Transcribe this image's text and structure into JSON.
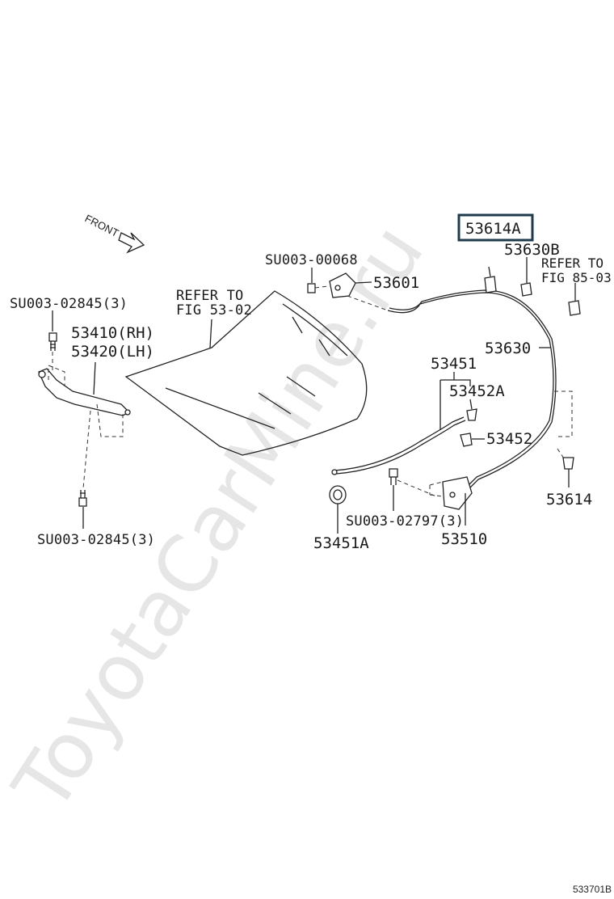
{
  "watermark": "ToyotaCarMine.ru",
  "front_label": "FRONT",
  "labels": {
    "highlight": "53614A",
    "p53630B": "53630B",
    "refer_85_l1": "REFER TO",
    "refer_85_l2": "FIG 85-03",
    "su_00068": "SU003-00068",
    "p53601": "53601",
    "refer_53_l1": "REFER TO",
    "refer_53_l2": "FIG 53-02",
    "su_02845_top": "SU003-02845(3)",
    "p53410": "53410(RH)",
    "p53420": "53420(LH)",
    "p53630": "53630",
    "p53451": "53451",
    "p53452A": "53452A",
    "p53452": "53452",
    "su_02797": "SU003-02797(3)",
    "p53614": "53614",
    "p53510": "53510",
    "p53451A": "53451A",
    "su_02845_bottom": "SU003-02845(3)"
  },
  "figure_code": "533701B",
  "colors": {
    "highlight_border": "#1f3a4d",
    "watermark": "#e6e6e6"
  }
}
